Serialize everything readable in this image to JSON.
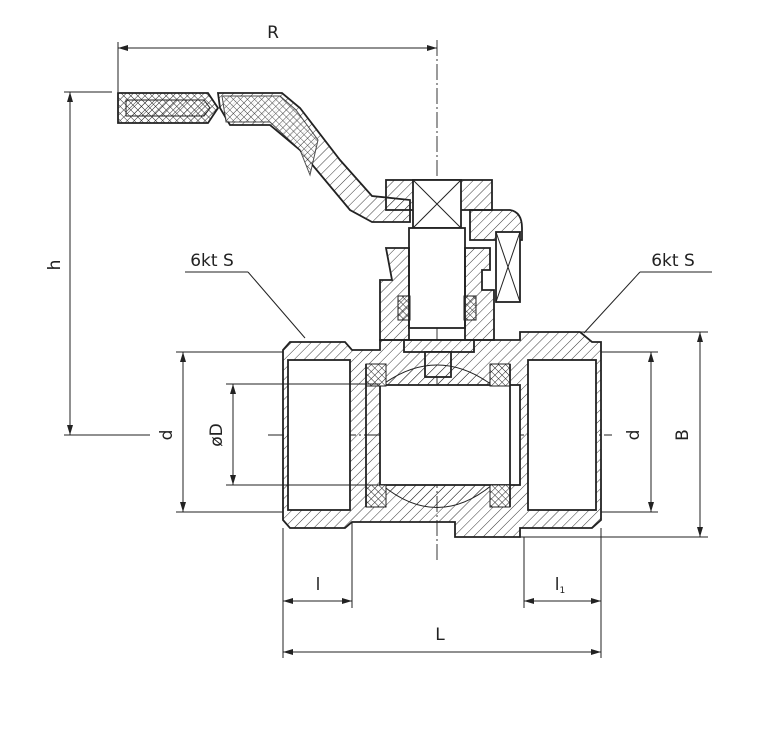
{
  "drawing": {
    "title": "Ball valve cross-section",
    "labels": {
      "R": "R",
      "h": "h",
      "hex_left": "6kt S",
      "hex_right": "6kt S",
      "d_left": "d",
      "D": "øD",
      "d_right": "d",
      "B": "B",
      "l": "l",
      "l1": "l",
      "l1_sub": "1",
      "L": "L"
    },
    "line_color": "#222222",
    "background": "#ffffff"
  }
}
